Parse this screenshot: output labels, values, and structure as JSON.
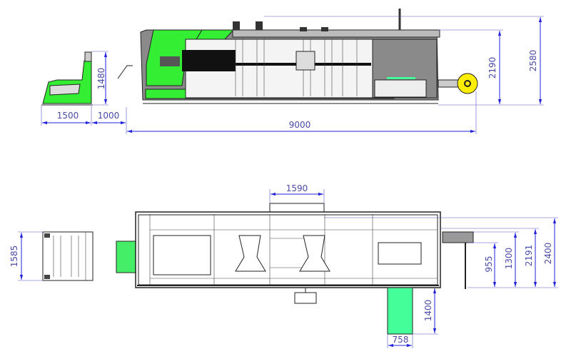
{
  "colors": {
    "machine_green": "#33ee33",
    "conveyor_green": "#44ff99",
    "frame_gray": "#8a8a8a",
    "reel_yellow": "#ffee00",
    "dimension_blue": "#2222dd"
  },
  "side_view": {
    "dimensions": {
      "stacker_height": "1480",
      "stacker_length": "1500",
      "gap": "1000",
      "total_length": "9000",
      "machine_height": "2190",
      "overall_height": "2580"
    }
  },
  "top_view": {
    "dimensions": {
      "top_box_width": "1590",
      "stacker_width": "1585",
      "arm_inner": "955",
      "arm_outer": "1300",
      "machine_width": "2191",
      "overall_width": "2400",
      "conveyor_length": "1400",
      "conveyor_width": "758"
    }
  }
}
